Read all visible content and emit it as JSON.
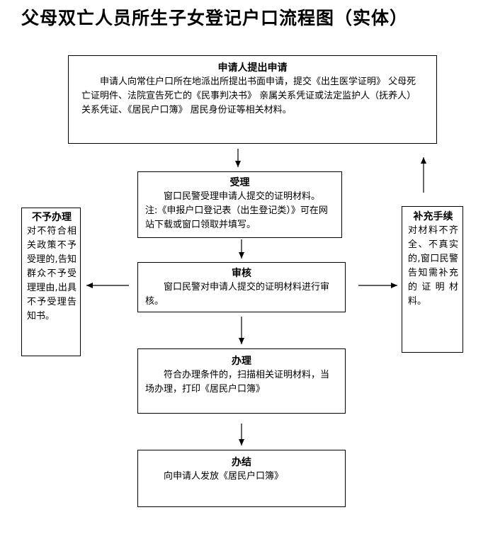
{
  "title": "父母双亡人员所生子女登记户口流程图（实体）",
  "steps": {
    "apply": {
      "heading": "申请人提出申请",
      "text": "申请人向常住户口所在地派出所提出书面申请，提交《出生医学证明》 父母死亡证明件、法院宣告死亡的《民事判决书》 亲属关系凭证或法定监护人（抚养人）关系凭证、《居民户口簿》 居民身份证等相关材料。"
    },
    "accept": {
      "heading": "受理",
      "text": "窗口民警受理申请人提交的证明材料。",
      "note": "注:《申报户口登记表（出生登记类）》可在网站下载或窗口领取并填写。"
    },
    "review": {
      "heading": "审核",
      "text": "窗口民警对申请人提交的证明材料进行审核。"
    },
    "process": {
      "heading": "办理",
      "text": "符合办理条件的，扫描相关证明材料，当场办理，打印《居民户口簿》"
    },
    "finish": {
      "heading": "办结",
      "text": "向申请人发放《居民户口簿》"
    },
    "reject": {
      "heading": "不予办理",
      "text": "对不符合相关政策不予受理的,告知群众不予受理理由,出具不予受理告知书。"
    },
    "supplement": {
      "heading": "补充手续",
      "text": "对材料不齐全、不真实的,窗口民警告知需补充的证明材料。"
    }
  }
}
